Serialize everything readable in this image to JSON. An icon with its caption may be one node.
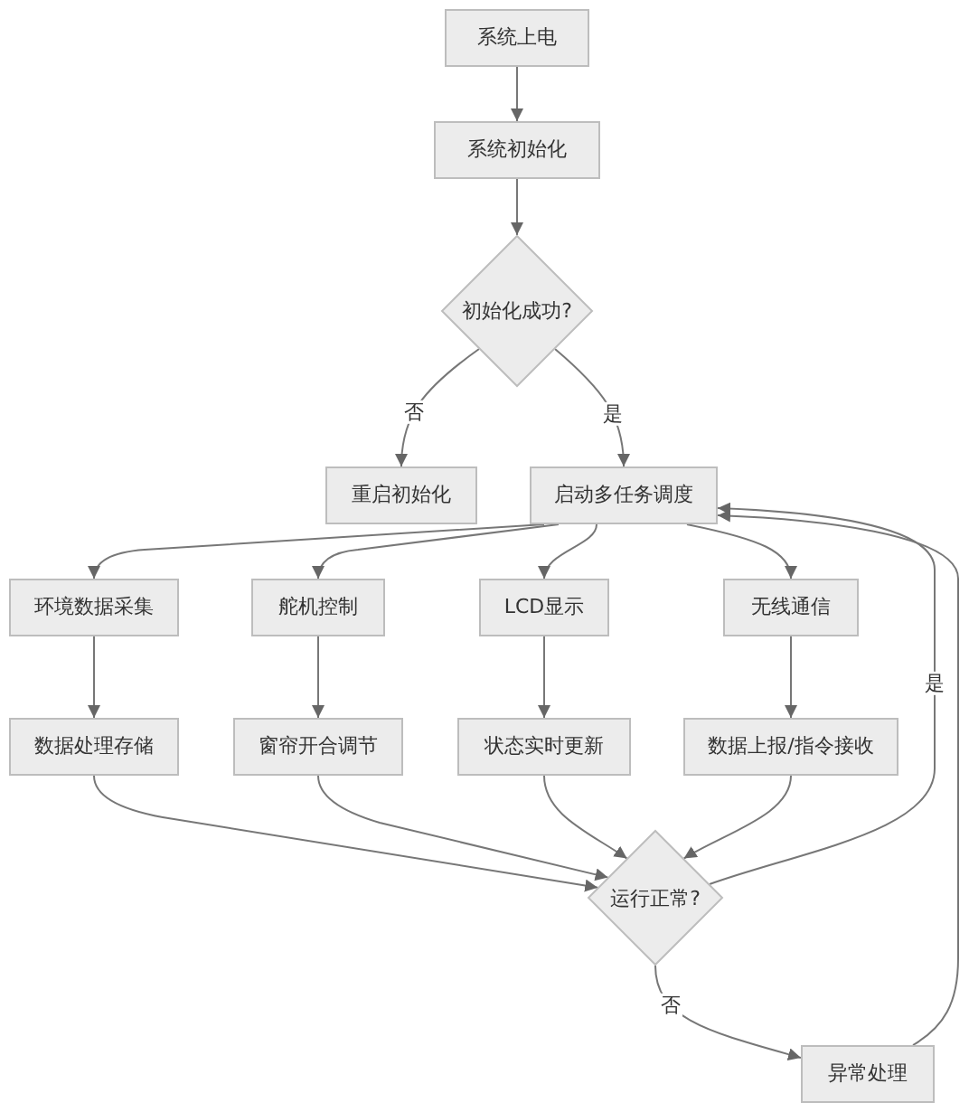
{
  "diagram": {
    "nodes": [
      {
        "text": [
          "系统上电"
        ]
      },
      {
        "text": [
          "系统初始化"
        ]
      },
      {
        "text": [
          "初始化成功?"
        ]
      },
      {
        "text": [
          "重启初始化"
        ]
      },
      {
        "text": [
          "启动多任务调度"
        ]
      },
      {
        "text": [
          "环境数据采集"
        ]
      },
      {
        "text": [
          "舵机控制"
        ]
      },
      {
        "text": [
          "LCD显示"
        ]
      },
      {
        "text": [
          "无线通信"
        ]
      },
      {
        "text": [
          "数据处理存储"
        ]
      },
      {
        "text": [
          "窗帘开合调节"
        ]
      },
      {
        "text": [
          "状态实时更新"
        ]
      },
      {
        "text": [
          "数据上报/指令接收"
        ]
      },
      {
        "text": [
          "运行正常?"
        ]
      },
      {
        "text": [
          "异常处理"
        ]
      }
    ],
    "edges": [
      {
        "from": 0,
        "to": 1,
        "arrow": "to"
      },
      {
        "from": 1,
        "to": 2,
        "arrow": "to"
      },
      {
        "from": 2,
        "to": 3,
        "arrow": "to",
        "label": "否"
      },
      {
        "from": 2,
        "to": 4,
        "arrow": "to",
        "label": "是"
      },
      {
        "from": 4,
        "to": 5,
        "arrow": "to"
      },
      {
        "from": 4,
        "to": 6,
        "arrow": "to"
      },
      {
        "from": 4,
        "to": 7,
        "arrow": "to"
      },
      {
        "from": 4,
        "to": 8,
        "arrow": "to"
      },
      {
        "from": 5,
        "to": 9,
        "arrow": "to"
      },
      {
        "from": 6,
        "to": 10,
        "arrow": "to"
      },
      {
        "from": 7,
        "to": 11,
        "arrow": "to"
      },
      {
        "from": 8,
        "to": 12,
        "arrow": "to"
      },
      {
        "from": 9,
        "to": 13,
        "arrow": "to"
      },
      {
        "from": 10,
        "to": 13,
        "arrow": "to"
      },
      {
        "from": 11,
        "to": 13,
        "arrow": "to"
      },
      {
        "from": 12,
        "to": 13,
        "arrow": "to"
      },
      {
        "from": 13,
        "to": 4,
        "arrow": "to",
        "label": "是"
      },
      {
        "from": 13,
        "to": 14,
        "arrow": "to",
        "label": "否"
      },
      {
        "from": 14,
        "to": 4,
        "arrow": "to"
      }
    ]
  }
}
